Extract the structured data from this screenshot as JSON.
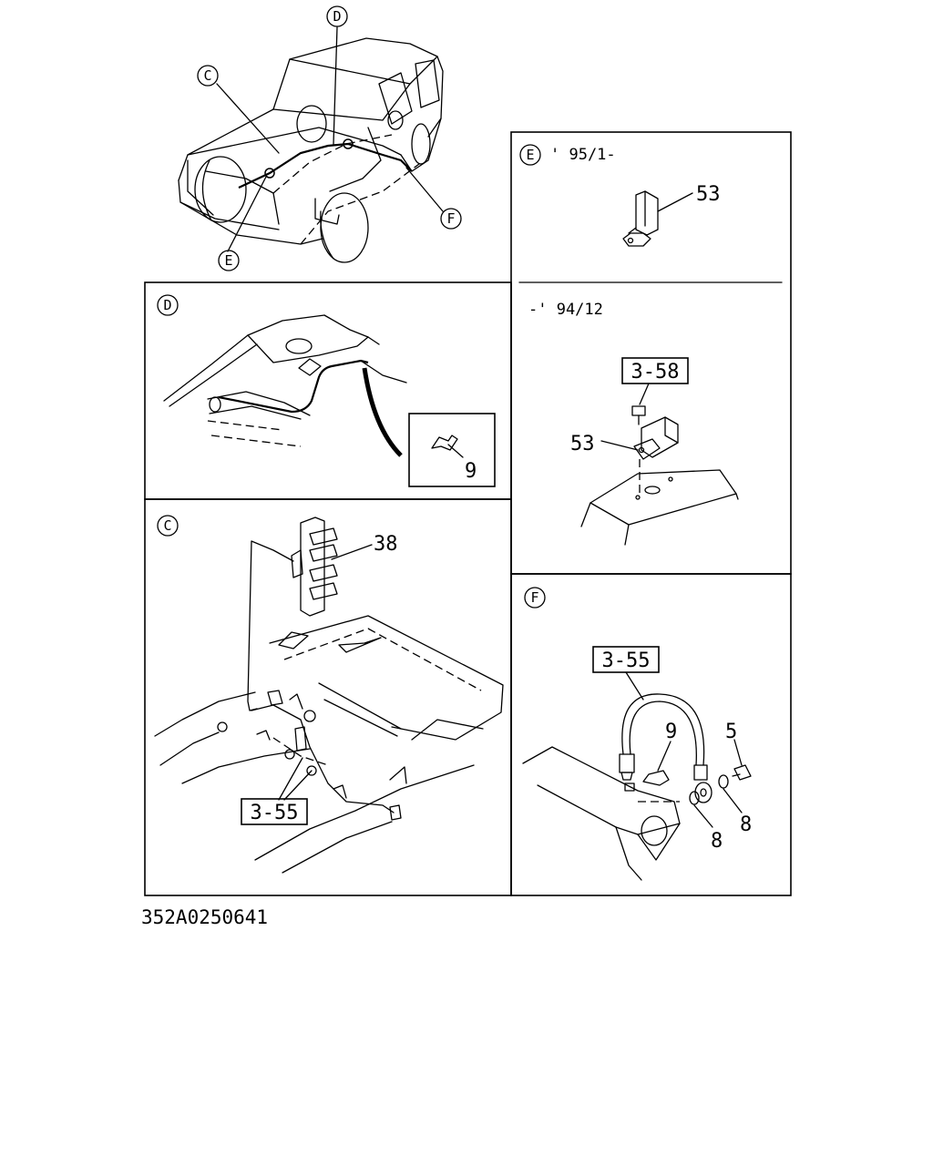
{
  "diagram": {
    "overview_markers": {
      "c": "C",
      "d": "D",
      "e": "E",
      "f": "F"
    },
    "panel_d": {
      "marker": "D",
      "inset_callout": "9"
    },
    "panel_c": {
      "marker": "C",
      "callout_relay": "38",
      "ref_box": "3-55"
    },
    "panel_e": {
      "marker": "E",
      "note_upper": "' 95/1-",
      "callout_upper": "53",
      "note_lower": "-' 94/12",
      "ref_box": "3-58",
      "callout_lower": "53"
    },
    "panel_f": {
      "marker": "F",
      "ref_box": "3-55",
      "callout_clip": "9",
      "callout_bolt": "5",
      "callout_washer_a": "8",
      "callout_washer_b": "8"
    },
    "drawing_code": "352A0250641"
  }
}
